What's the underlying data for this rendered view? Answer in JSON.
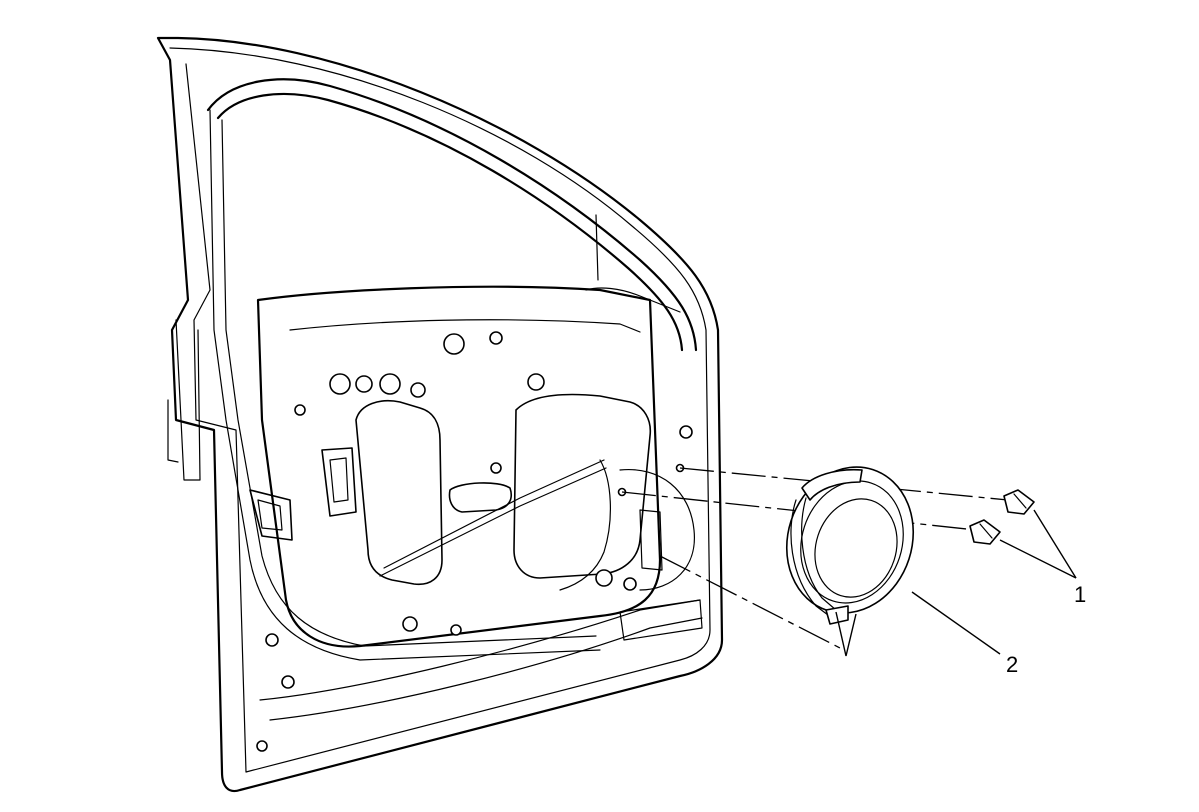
{
  "callouts": [
    {
      "id": "fastener",
      "label": "1"
    },
    {
      "id": "speaker",
      "label": "2"
    }
  ]
}
